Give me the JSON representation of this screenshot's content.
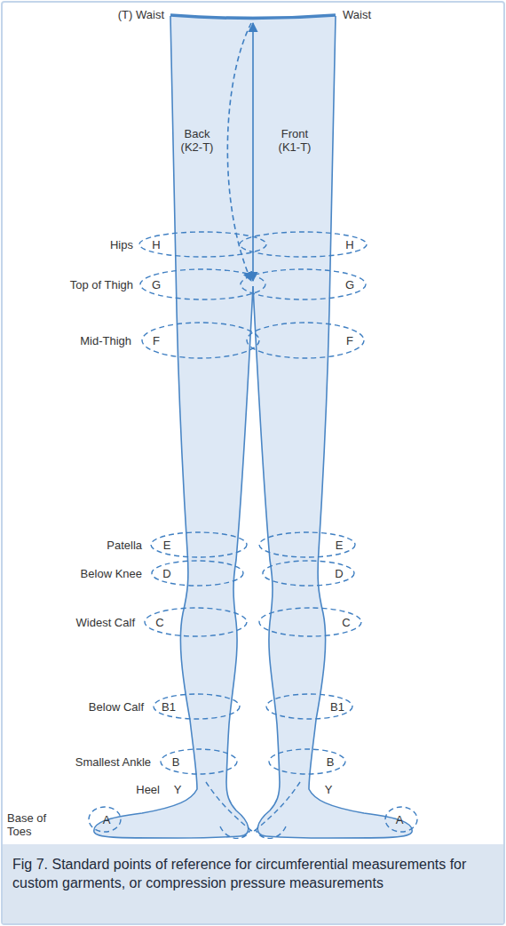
{
  "diagram": {
    "caption": "Fig 7. Standard points of reference for circumferential measurements for custom garments, or compression pressure measurements",
    "labels": [
      "(T) Waist",
      "Waist",
      "Back (K2-T)",
      "Front (K1-T)",
      "Hips",
      "H",
      "H",
      "Top of Thigh",
      "G",
      "G",
      "Mid-Thigh",
      "F",
      "F",
      "Patella",
      "E",
      "E",
      "Below Knee",
      "D",
      "D",
      "Widest Calf",
      "C",
      "C",
      "Below Calf",
      "B1",
      "B1",
      "Smallest Ankle",
      "B",
      "B",
      "Heel",
      "Y",
      "Y",
      "Base of Toes",
      "A",
      "A"
    ]
  }
}
